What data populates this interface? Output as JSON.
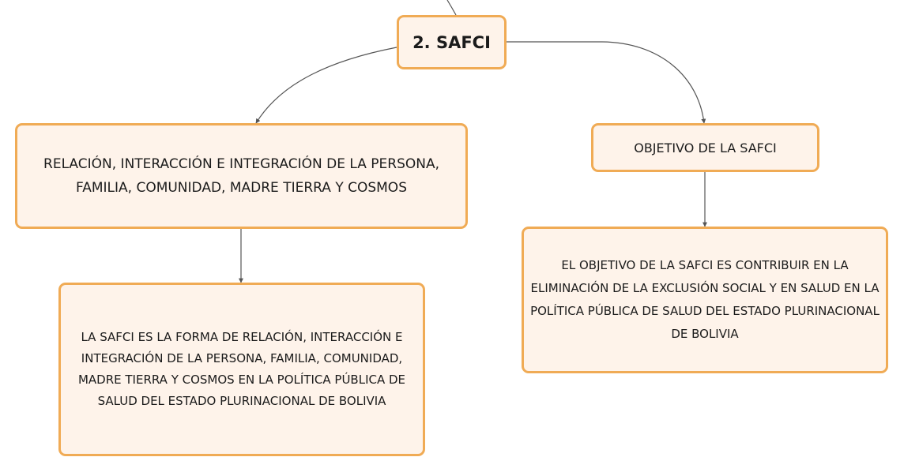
{
  "diagram": {
    "root": {
      "label": "2. SAFCI"
    },
    "left_branch": {
      "label": "RELACIÓN, INTERACCIÓN E INTEGRACIÓN DE LA PERSONA, FAMILIA, COMUNIDAD, MADRE TIERRA Y COSMOS",
      "child": {
        "label": "LA SAFCI ES LA FORMA DE RELACIÓN, INTERACCIÓN E INTEGRACIÓN DE LA PERSONA, FAMILIA, COMUNIDAD, MADRE TIERRA Y COSMOS EN LA POLÍTICA PÚBLICA DE SALUD DEL ESTADO PLURINACIONAL DE BOLIVIA"
      }
    },
    "right_branch": {
      "label": "OBJETIVO DE LA SAFCI",
      "child": {
        "label": "EL OBJETIVO DE LA SAFCI ES CONTRIBUIR EN LA ELIMINACIÓN DE LA EXCLUSIÓN SOCIAL Y EN SALUD EN LA POLÍTICA PÚBLICA DE SALUD DEL ESTADO PLURINACIONAL DE BOLIVIA"
      }
    },
    "colors": {
      "node_fill": "#fef3ea",
      "node_border": "#f0ab55",
      "connector": "#555555",
      "text": "#1b1b1b"
    }
  }
}
